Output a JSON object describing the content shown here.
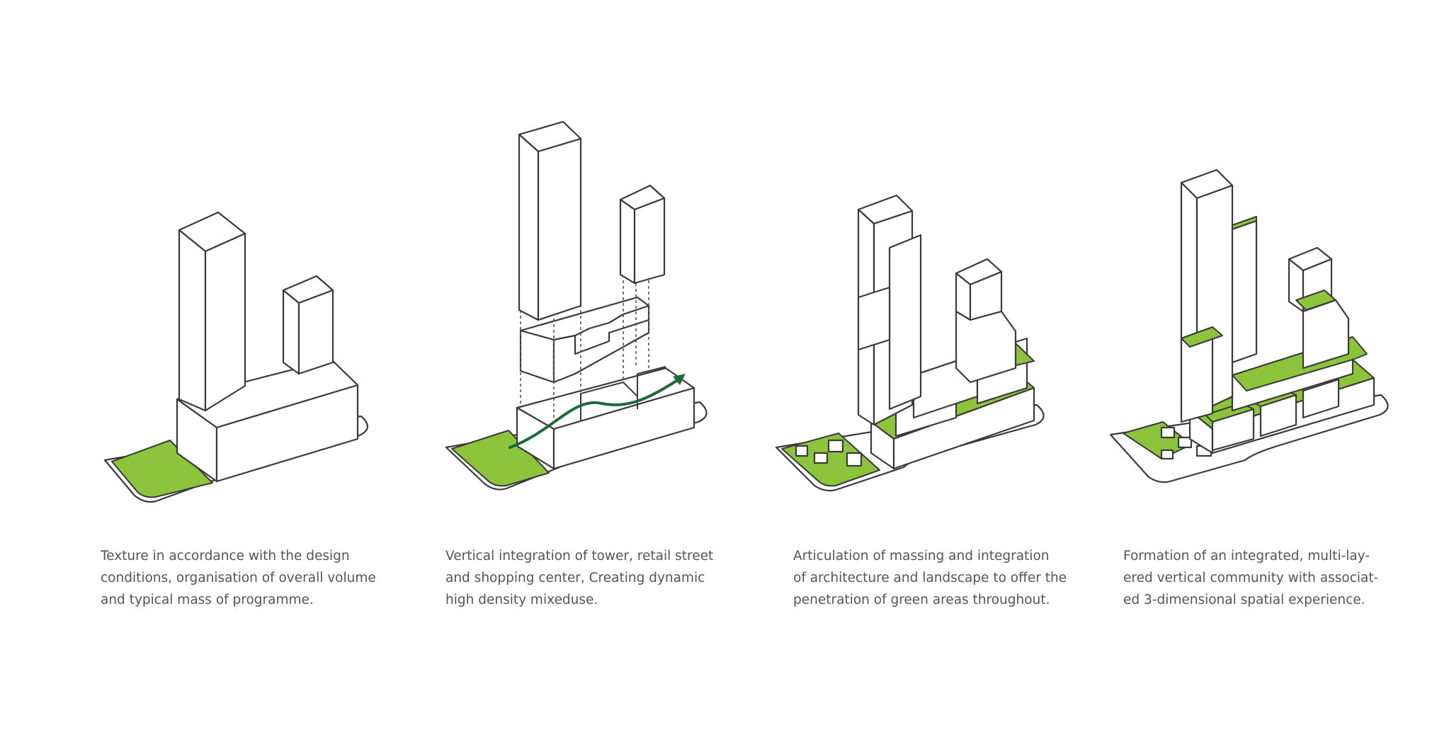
{
  "colors": {
    "green": "#8cc43c",
    "line": "#3a3a3a",
    "arrow": "#1e6b3a",
    "text": "#555555"
  },
  "panels": [
    {
      "caption": [
        "Texture in accordance with the design",
        "conditions, organisation of overall volume",
        "and typical mass of programme."
      ]
    },
    {
      "caption": [
        "Vertical integration of tower, retail street",
        "and shopping center, Creating dynamic",
        "high density mixeduse."
      ]
    },
    {
      "caption": [
        "Articulation of massing and integration",
        "of architecture and landscape to offer the",
        "penetration of green areas throughout."
      ]
    },
    {
      "caption": [
        "Formation of an integrated, multi-lay-",
        "ered vertical community with associat-",
        "ed 3-dimensional spatial experience."
      ]
    }
  ]
}
